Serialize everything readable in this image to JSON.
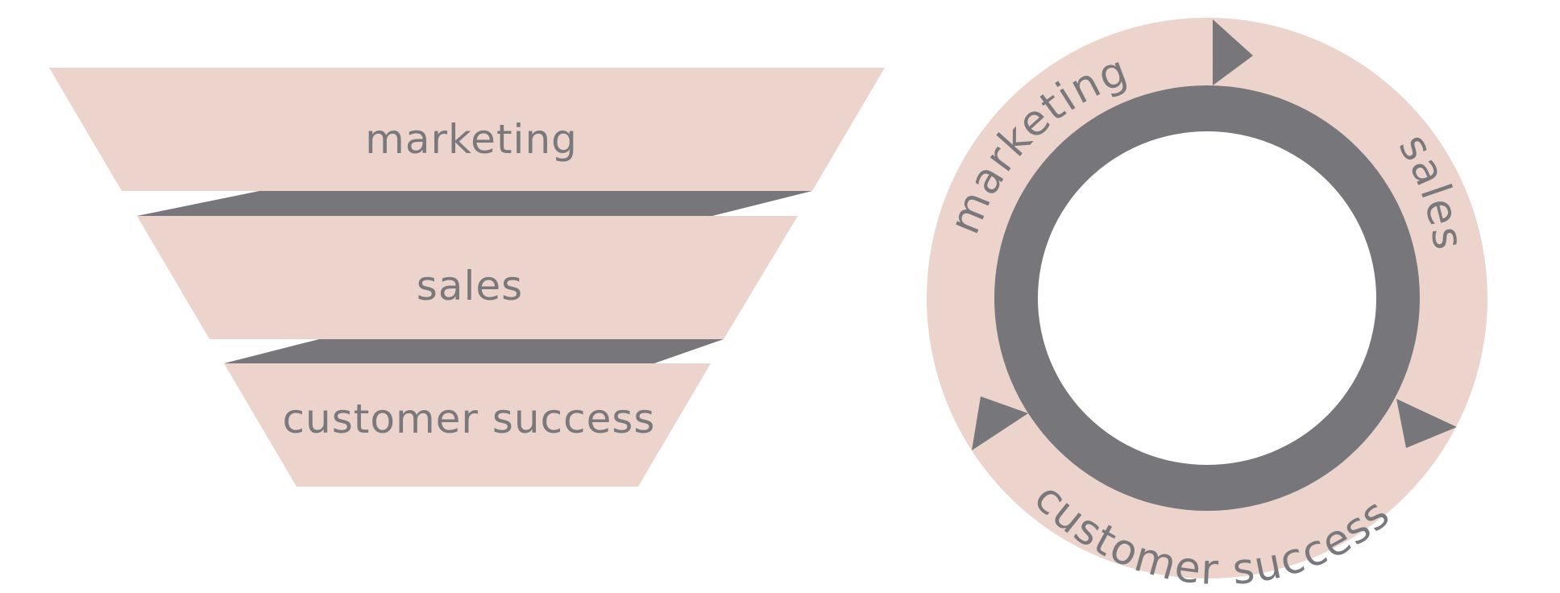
{
  "colors": {
    "pink": "#ecd3cc",
    "gray": "#77777b",
    "text": "#79797d",
    "background": "#ffffff"
  },
  "funnel": {
    "stages": [
      {
        "label": "marketing"
      },
      {
        "label": "sales"
      },
      {
        "label": "customer success"
      }
    ]
  },
  "cycle": {
    "labels": [
      {
        "label": "marketing"
      },
      {
        "label": "sales"
      },
      {
        "label": "customer success"
      }
    ],
    "arrow_count": 3
  }
}
